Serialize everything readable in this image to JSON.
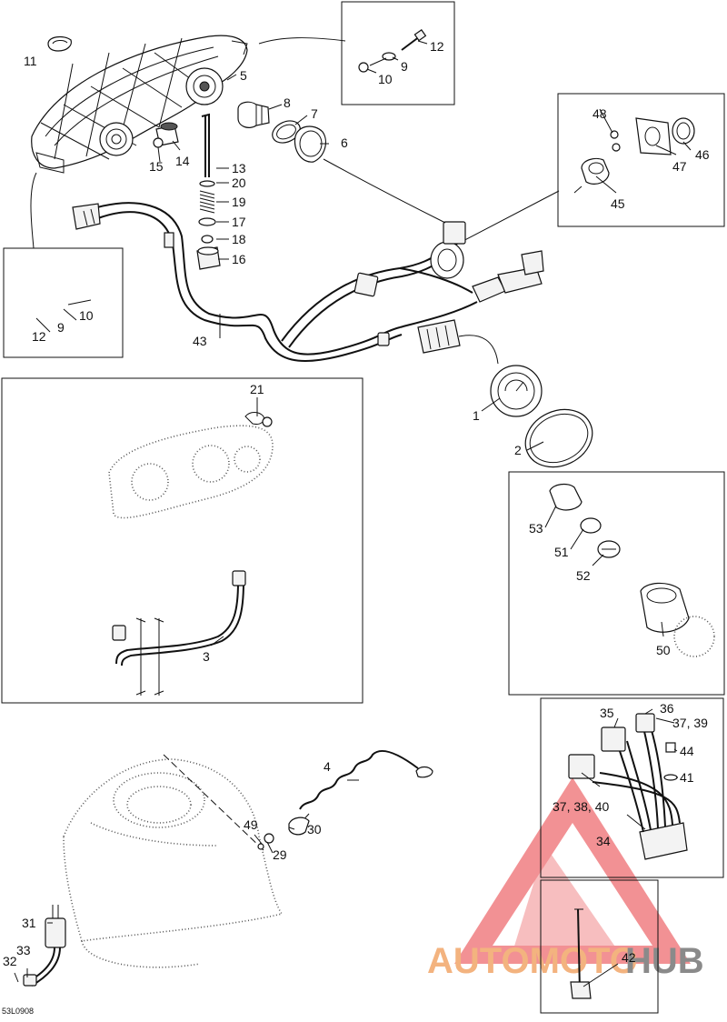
{
  "diagram_code": "53L0908",
  "watermark": {
    "text_a": "AUTOMOTO",
    "text_b": "HUB",
    "color_a": "#f3b37f",
    "color_b": "#8a8a8a",
    "triangle_color": "#e8383d"
  },
  "callouts": [
    {
      "id": "c1",
      "text": "1"
    },
    {
      "id": "c2",
      "text": "2"
    },
    {
      "id": "c3",
      "text": "3"
    },
    {
      "id": "c4",
      "text": "4"
    },
    {
      "id": "c5",
      "text": "5"
    },
    {
      "id": "c6",
      "text": "6"
    },
    {
      "id": "c7",
      "text": "7"
    },
    {
      "id": "c8",
      "text": "8"
    },
    {
      "id": "c9a",
      "text": "9"
    },
    {
      "id": "c9b",
      "text": "9"
    },
    {
      "id": "c10a",
      "text": "10"
    },
    {
      "id": "c10b",
      "text": "10"
    },
    {
      "id": "c11",
      "text": "11"
    },
    {
      "id": "c12a",
      "text": "12"
    },
    {
      "id": "c12b",
      "text": "12"
    },
    {
      "id": "c13",
      "text": "13"
    },
    {
      "id": "c14",
      "text": "14"
    },
    {
      "id": "c15",
      "text": "15"
    },
    {
      "id": "c16",
      "text": "16"
    },
    {
      "id": "c17",
      "text": "17"
    },
    {
      "id": "c18",
      "text": "18"
    },
    {
      "id": "c19",
      "text": "19"
    },
    {
      "id": "c20",
      "text": "20"
    },
    {
      "id": "c21",
      "text": "21"
    },
    {
      "id": "c29",
      "text": "29"
    },
    {
      "id": "c30",
      "text": "30"
    },
    {
      "id": "c31",
      "text": "31"
    },
    {
      "id": "c32",
      "text": "32"
    },
    {
      "id": "c33",
      "text": "33"
    },
    {
      "id": "c34",
      "text": "34"
    },
    {
      "id": "c35",
      "text": "35"
    },
    {
      "id": "c36",
      "text": "36"
    },
    {
      "id": "c373839",
      "text": "37, 39"
    },
    {
      "id": "c373840",
      "text": "37, 38, 40"
    },
    {
      "id": "c41",
      "text": "41"
    },
    {
      "id": "c42",
      "text": "42"
    },
    {
      "id": "c43",
      "text": "43"
    },
    {
      "id": "c44",
      "text": "44"
    },
    {
      "id": "c45",
      "text": "45"
    },
    {
      "id": "c46",
      "text": "46"
    },
    {
      "id": "c47",
      "text": "47"
    },
    {
      "id": "c48",
      "text": "48"
    },
    {
      "id": "c49",
      "text": "49"
    },
    {
      "id": "c50",
      "text": "50"
    },
    {
      "id": "c51",
      "text": "51"
    },
    {
      "id": "c52",
      "text": "52"
    },
    {
      "id": "c53",
      "text": "53"
    }
  ]
}
